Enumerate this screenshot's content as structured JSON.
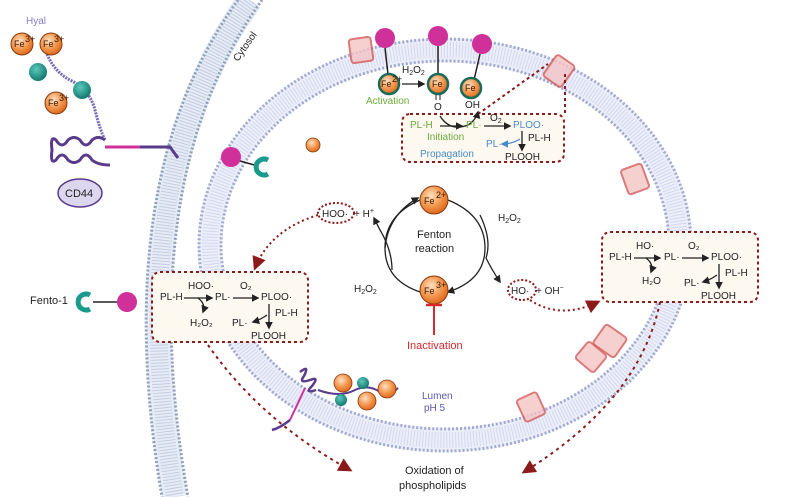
{
  "labels": {
    "hyal": "Hyal",
    "cd44": "CD44",
    "cytosol": "Cytosol",
    "fento1": "Fento-1",
    "activation": "Activation",
    "initiation": "Initiation",
    "propagation": "Propagation",
    "fenton_line1": "Fenton",
    "fenton_line2": "reaction",
    "inactivation": "Inactivation",
    "lumen_line1": "Lumen",
    "lumen_line2": "pH 5",
    "oxidation_line1": "Oxidation of",
    "oxidation_line2": "phospholipids"
  },
  "ions": {
    "fe2": "Fe",
    "fe2_charge": "2+",
    "fe3": "Fe",
    "fe3_charge": "3+",
    "fe_oxo": "Fe",
    "fe_hydroxo": "Fe",
    "oxo": "O",
    "oh": "OH"
  },
  "species": {
    "h2o2_h": "H",
    "h2o2_2a": "2",
    "h2o2_o": "O",
    "h2o2_2b": "2",
    "hoo": "HOO·",
    "h_plus": "+ H",
    "plus_sup": "+",
    "ho": "HO·",
    "oh_minus": "+ OH",
    "minus_sup": "−",
    "o2_o": "O",
    "o2_2": "2"
  },
  "top_box": {
    "plh": "PL-H",
    "pl": "PL·",
    "ploo": "PLOO·",
    "plh2": "PL-H",
    "pl2": "PL·",
    "plooh": "PLOOH"
  },
  "left_box": {
    "plh": "PL-H",
    "hoo": "HOO·",
    "h2o2": "H₂O₂",
    "pl": "PL·",
    "o2": "O₂",
    "ploo": "PLOO·",
    "plh2": "PL-H",
    "pl2": "PL·",
    "plooh": "PLOOH"
  },
  "right_box": {
    "plh": "PL-H",
    "ho": "HO·",
    "h2o": "H₂O",
    "pl": "PL·",
    "o2": "O₂",
    "ploo": "PLOO·",
    "plh2": "PL-H",
    "pl2": "PL·",
    "plooh": "PLOOH"
  },
  "colors": {
    "iron_fill": "#f08a3c",
    "chelator_teal": "#1a9a8c",
    "anchor_magenta": "#d0309a",
    "dotted_arrow": "#8b1a1a",
    "activation_green": "#6aaa3a",
    "propagation_blue": "#4a8ac8",
    "inactivation_red": "#d42a2a",
    "membrane_blue": "#8a9ac8",
    "hyal_purple": "#5a3a8a"
  }
}
